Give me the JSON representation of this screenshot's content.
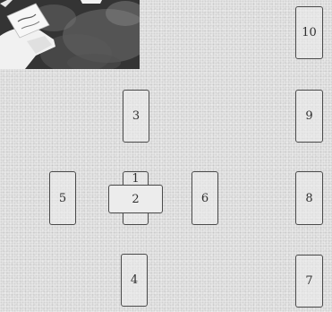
{
  "photo": {
    "icon": "hand-holding-card-photo"
  },
  "cards": {
    "c1": "1",
    "c2": "2",
    "c3": "3",
    "c4": "4",
    "c5": "5",
    "c6": "6",
    "c7": "7",
    "c8": "8",
    "c9": "9",
    "c10": "10"
  },
  "colors": {
    "paper": "#e9e9e9",
    "card_border": "#4a4a4a",
    "text": "#2f2f2f",
    "photo_dark": "#2f2f2f"
  }
}
